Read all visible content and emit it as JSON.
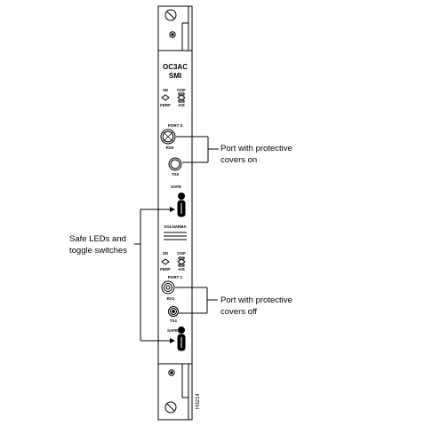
{
  "card": {
    "model_line1": "OC3AC",
    "model_line2": "SMI",
    "upper_led_labels": [
      "SD",
      "OOF",
      "FERF",
      "AIS"
    ],
    "port0_label": "PORT 0",
    "rx0_label": "RX0",
    "tx0_label": "TX0",
    "safe_label_top": "SAFE",
    "warning_label": "VOLNARBA",
    "lower_led_labels": [
      "SD",
      "OOF",
      "FERF",
      "AIS"
    ],
    "port1_label": "PORT 1",
    "rx1_label": "RX1",
    "tx1_label": "TX1",
    "safe_label_bottom": "SAFE"
  },
  "callouts": {
    "covers_on_line1": "Port with protective",
    "covers_on_line2": "covers on",
    "covers_off_line1": "Port with protective",
    "covers_off_line2": "covers off",
    "safe_leds_line1": "Safe LEDs and",
    "safe_leds_line2": "toggle switches"
  },
  "figure_id": "H3214",
  "colors": {
    "line": "#000000",
    "background": "#ffffff"
  }
}
